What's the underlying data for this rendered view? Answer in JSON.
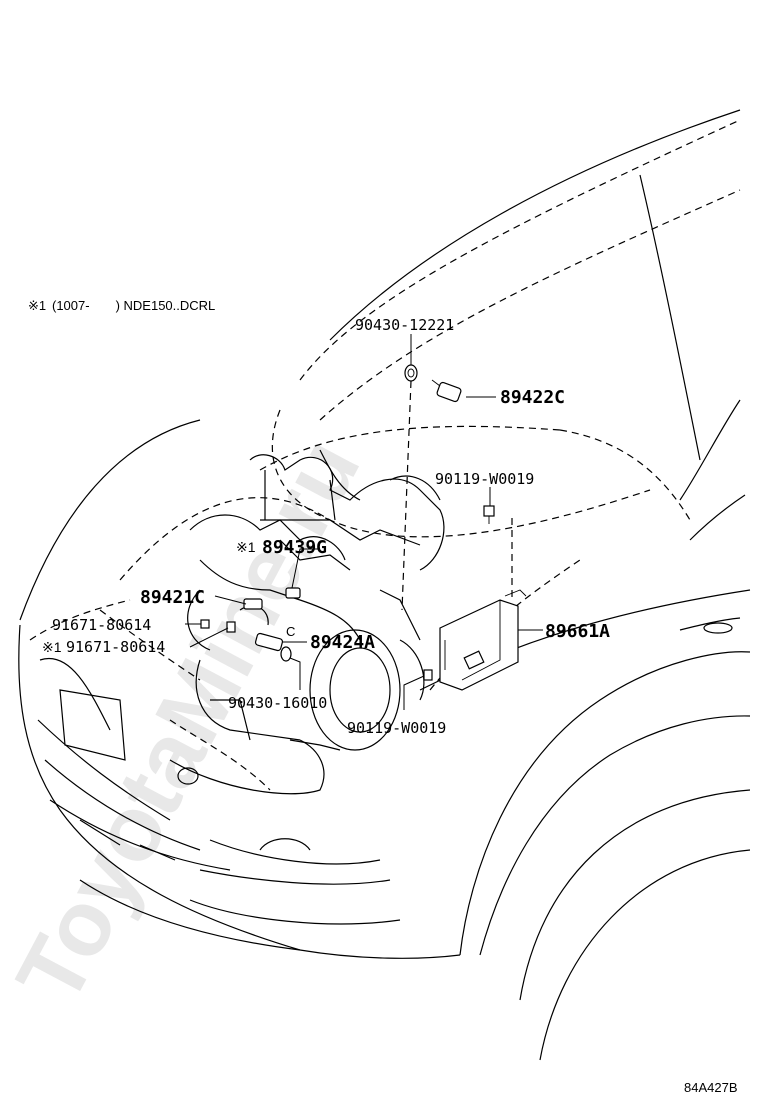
{
  "note": {
    "marker": "※1",
    "text": "(1007-　　) NDE150..DCRL"
  },
  "watermark": "ToyotaMine.ru",
  "diagram_code": "84A427B",
  "parts": [
    {
      "id": "p1",
      "code": "90430-12221",
      "bold": false
    },
    {
      "id": "p2",
      "code": "89422C",
      "bold": true
    },
    {
      "id": "p3",
      "code": "90119-W0019",
      "bold": false
    },
    {
      "id": "p4",
      "code": "89439G",
      "bold": true,
      "marker": "※1"
    },
    {
      "id": "p5",
      "code": "89421C",
      "bold": true
    },
    {
      "id": "p6",
      "code": "91671-80614",
      "bold": false
    },
    {
      "id": "p7",
      "code": "91671-80614",
      "bold": false,
      "marker": "※1"
    },
    {
      "id": "p8",
      "code": "89424A",
      "bold": true,
      "prefix": "C"
    },
    {
      "id": "p9",
      "code": "89661A",
      "bold": true
    },
    {
      "id": "p10",
      "code": "90430-16010",
      "bold": false
    },
    {
      "id": "p11",
      "code": "90119-W0019",
      "bold": false
    }
  ]
}
